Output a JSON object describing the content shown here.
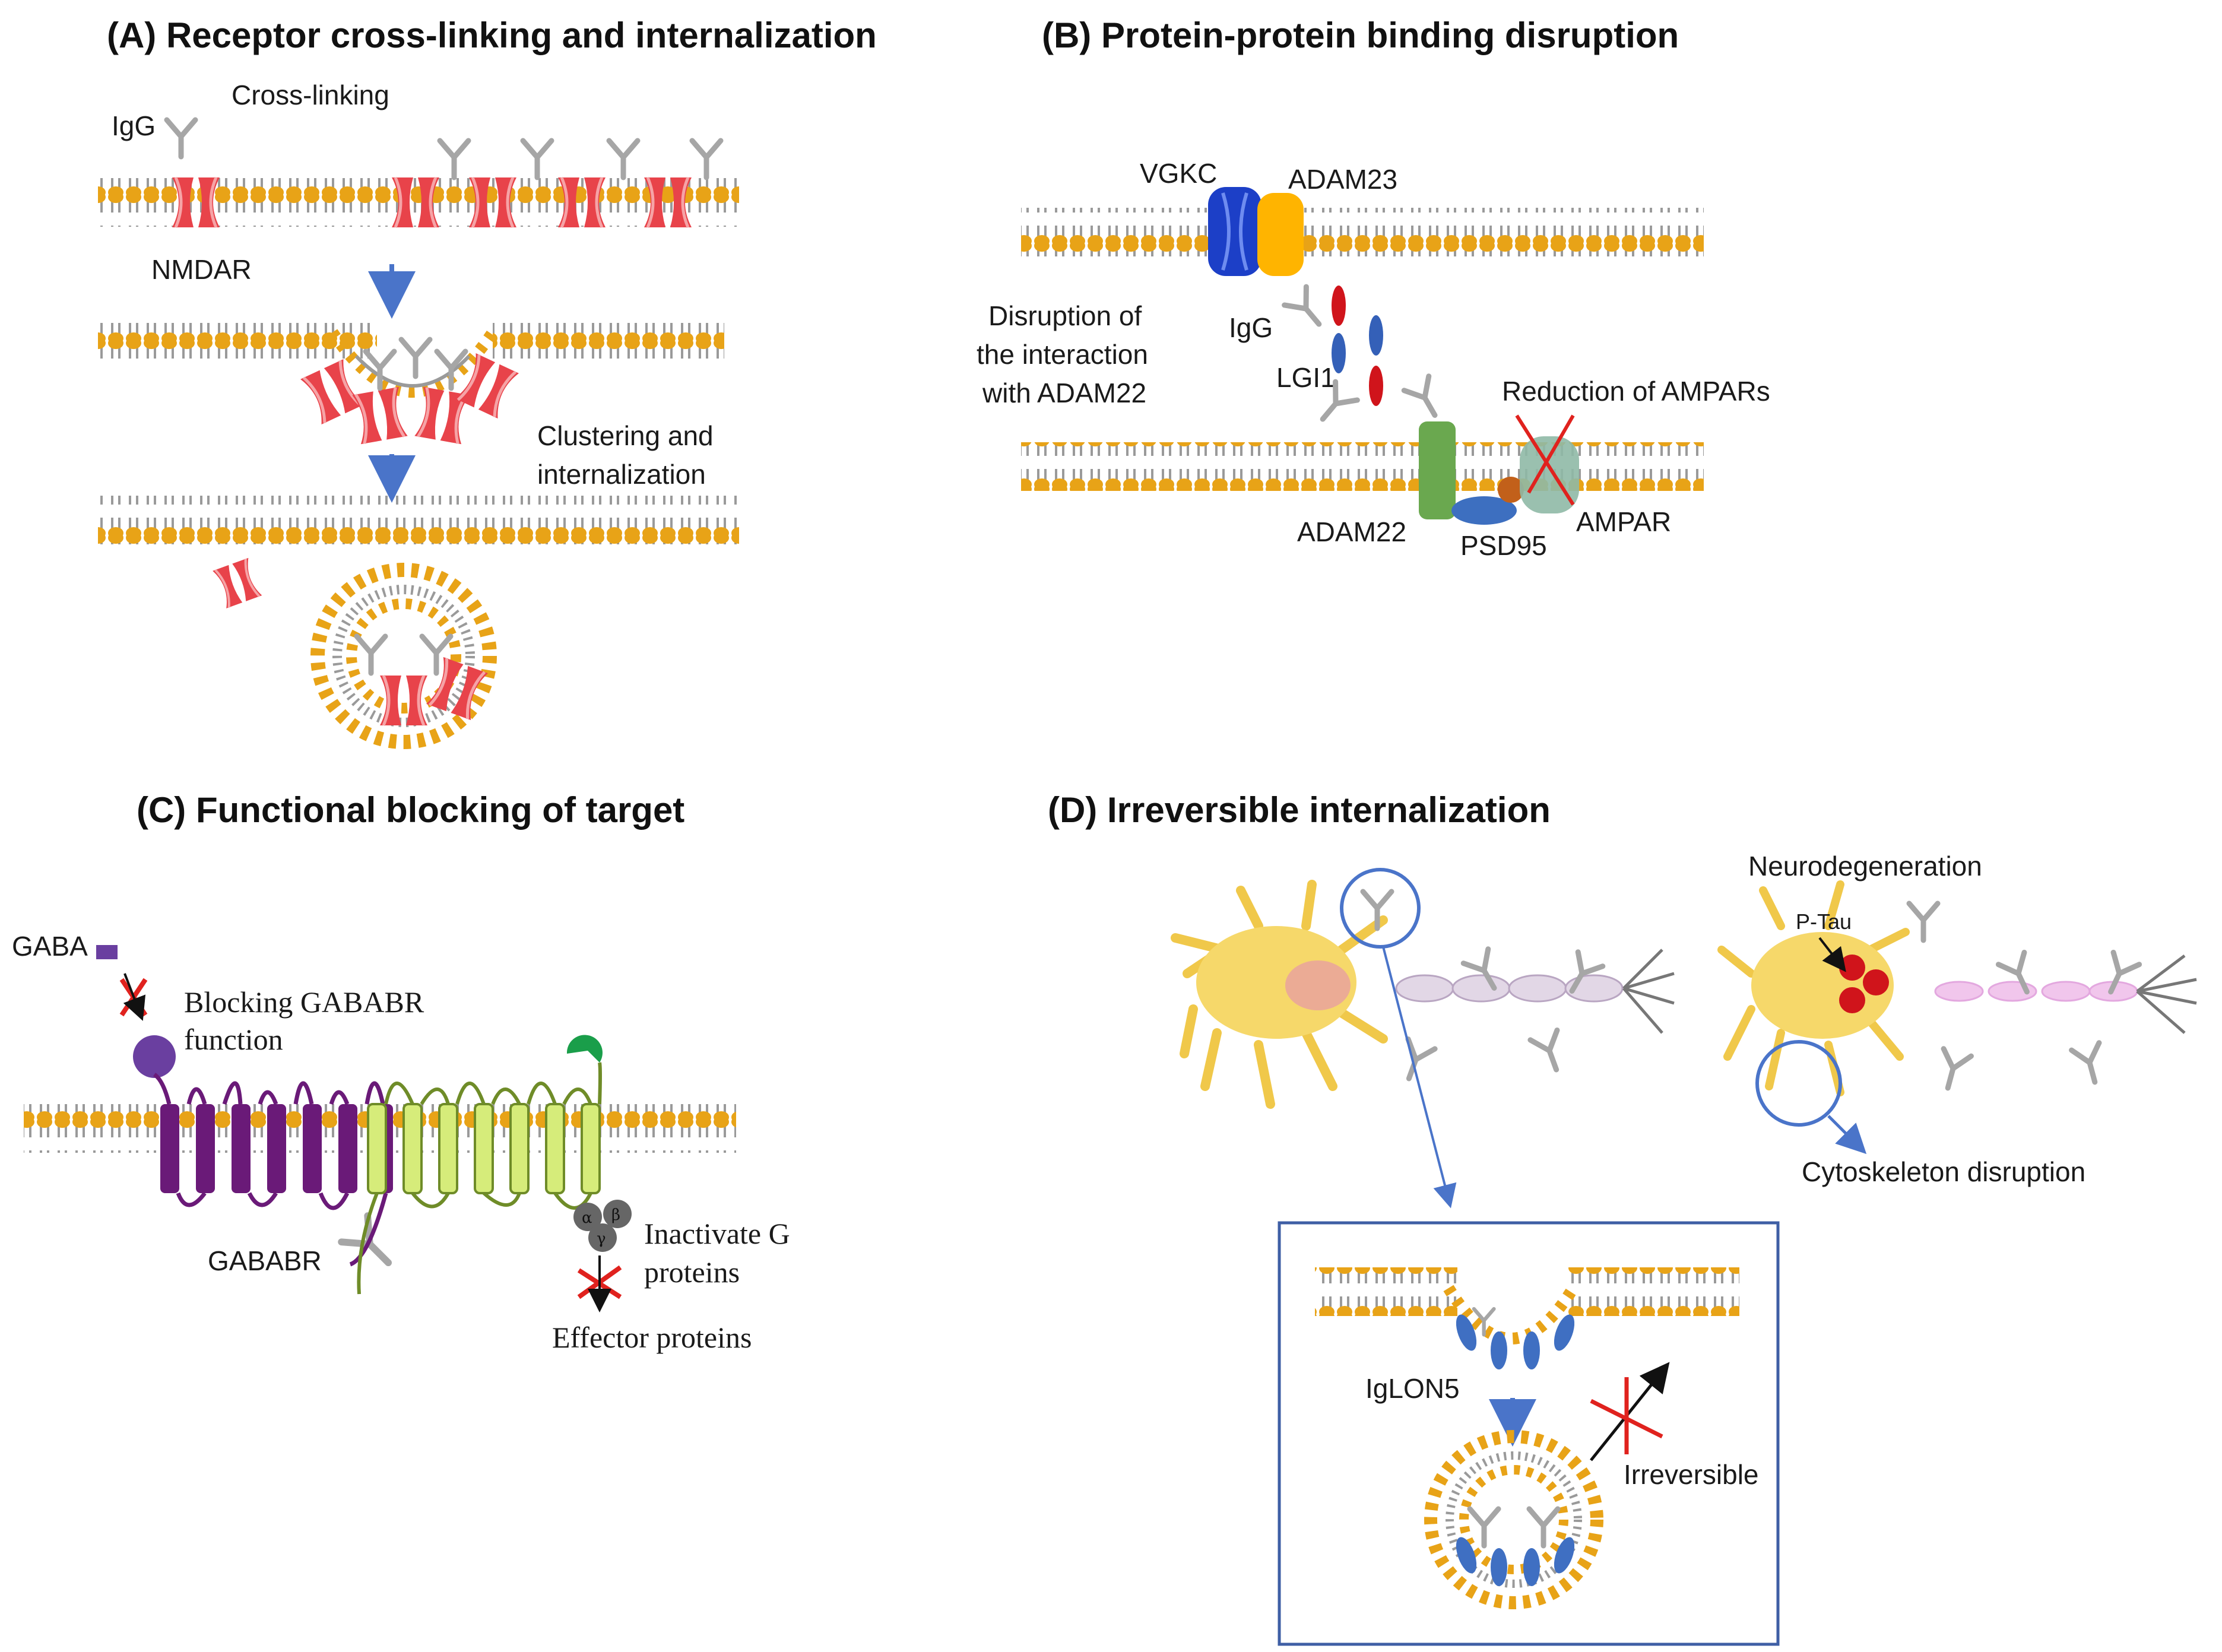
{
  "panels": {
    "a": {
      "title": "(A) Receptor cross-linking and internalization",
      "igg": "IgG",
      "crosslinking": "Cross-linking",
      "nmdar": "NMDAR",
      "clustering_1": "Clustering and",
      "clustering_2": "internalization"
    },
    "b": {
      "title": "(B) Protein-protein binding disruption",
      "vgkc": "VGKC",
      "adam23": "ADAM23",
      "disruption_1": "Disruption of",
      "disruption_2": "the interaction",
      "disruption_3": "with ADAM22",
      "igg": "IgG",
      "lgi1": "LGI1",
      "reduction": "Reduction of AMPARs",
      "adam22": "ADAM22",
      "psd95": "PSD95",
      "ampar": "AMPAR"
    },
    "c": {
      "title": "(C) Functional blocking of target",
      "gaba": "GABA",
      "blocking_1": "Blocking GABABR",
      "blocking_2": "function",
      "gababr": "GABABR",
      "inactivate_1": "Inactivate G",
      "inactivate_2": "proteins",
      "effector": "Effector proteins",
      "alpha": "α",
      "beta": "β",
      "gamma": "γ"
    },
    "d": {
      "title": "(D) Irreversible internalization",
      "neurodegeneration": "Neurodegeneration",
      "ptau": "P-Tau",
      "cytoskeleton": "Cytoskeleton disruption",
      "iglon5": "IgLON5",
      "irreversible": "Irreversible"
    }
  },
  "colors": {
    "lipid_head": "#e8a317",
    "lipid_tail": "#9a9a9a",
    "nmdar": "#e8434a",
    "igg": "#a6a6a6",
    "vgkc": "#1c3fc7",
    "adam23": "#ffb400",
    "lgi1_red": "#d0141b",
    "lgi1_blue": "#3460b8",
    "adam22": "#6aa84f",
    "psd95": "#3d6fc0",
    "ampar": "#8fb9a6",
    "gababr1": "#6a1a78",
    "gababr2": "#d6ec7a",
    "gaba": "#6a3fa0",
    "neuron": "#f6d86a",
    "myelin": "#e2d7e6",
    "iglon5": "#3f6fc2",
    "arrow_blue": "#4a74c9",
    "cross_red": "#e0221e"
  }
}
